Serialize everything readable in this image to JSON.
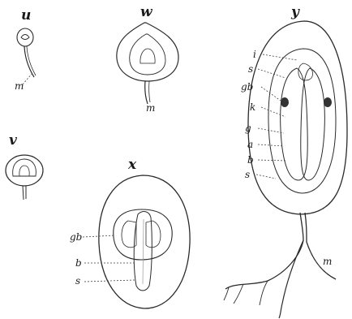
{
  "figures": {
    "u": {
      "letter": "u",
      "labels": {
        "m": "m"
      }
    },
    "w": {
      "letter": "w",
      "labels": {
        "m": "m"
      }
    },
    "v": {
      "letter": "v"
    },
    "x": {
      "letter": "x",
      "labels": {
        "gb": "gb",
        "b": "b",
        "s": "s"
      }
    },
    "y": {
      "letter": "y",
      "labels": {
        "i": "i",
        "s1": "s",
        "gb": "gb",
        "k": "k",
        "g": "g",
        "a": "a",
        "b": "b",
        "s2": "s",
        "m": "m"
      }
    }
  }
}
